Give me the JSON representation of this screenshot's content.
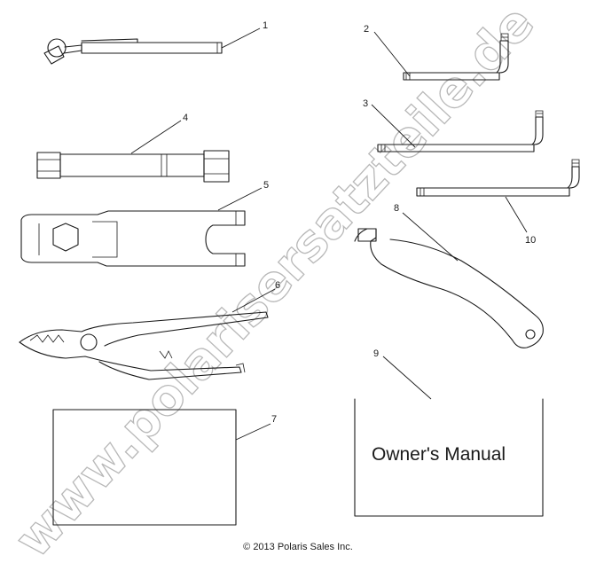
{
  "diagram": {
    "watermark": "www.polarisersatzteile.de",
    "callouts": [
      "1",
      "2",
      "3",
      "4",
      "5",
      "6",
      "7",
      "8",
      "9",
      "10"
    ],
    "manual_title": "Owner's Manual",
    "copyright": "© 2013 Polaris Sales Inc."
  }
}
